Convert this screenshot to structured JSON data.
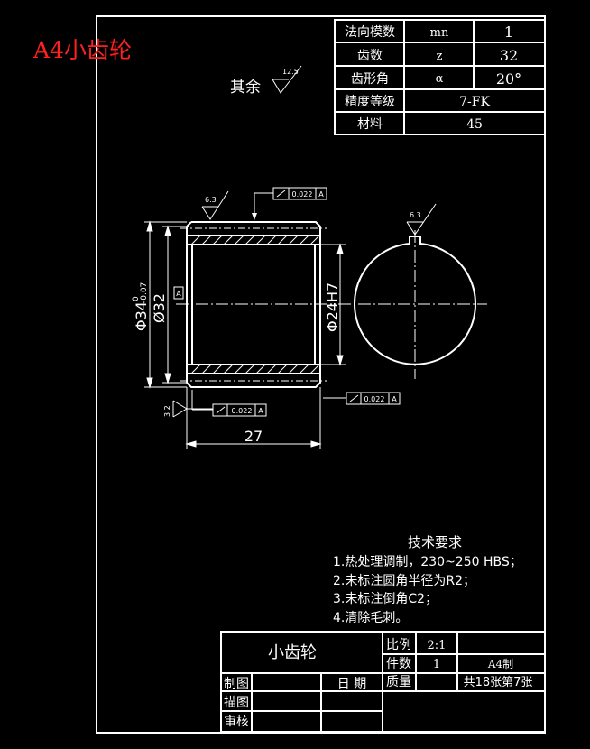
{
  "title_overlay": "A4小齿轮",
  "roughness": {
    "other_label": "其余",
    "other_value": "12.5",
    "outer_value": "6.3",
    "keyway_value": "6.3",
    "face_value": "3.2"
  },
  "params": {
    "rows": [
      {
        "label": "法向模数",
        "sym": "mn",
        "value": "1"
      },
      {
        "label": "齿数",
        "sym": "z",
        "value": "32"
      },
      {
        "label": "齿形角",
        "sym": "α",
        "value": "20°"
      },
      {
        "label": "精度等级",
        "value": "7-FK"
      },
      {
        "label": "材料",
        "value": "45"
      }
    ]
  },
  "dims": {
    "outer_dia": "Φ34",
    "outer_tol_up": "0",
    "outer_tol_low": "-0.07",
    "root_dia": "Ø32",
    "bore": "Φ24H7",
    "length": "27",
    "datum": "A"
  },
  "tolerances": {
    "top": "0.022",
    "right": "0.022",
    "left": "0.022",
    "ref": "A"
  },
  "requirements": {
    "title": "技术要求",
    "items": [
      "1.热处理调制，230~250 HBS；",
      "2.未标注圆角半径为R2；",
      "3.未标注倒角C2；",
      "4.清除毛刺。"
    ]
  },
  "titleblock": {
    "part_name": "小齿轮",
    "scale_label": "比例",
    "scale": "2:1",
    "qty_label": "件数",
    "qty": "1",
    "mass_label": "质量",
    "made": "A4制",
    "sheet": "共18张第7张",
    "draw_label": "制图",
    "date_label": "日  期",
    "trace_label": "描图",
    "check_label": "审核"
  }
}
